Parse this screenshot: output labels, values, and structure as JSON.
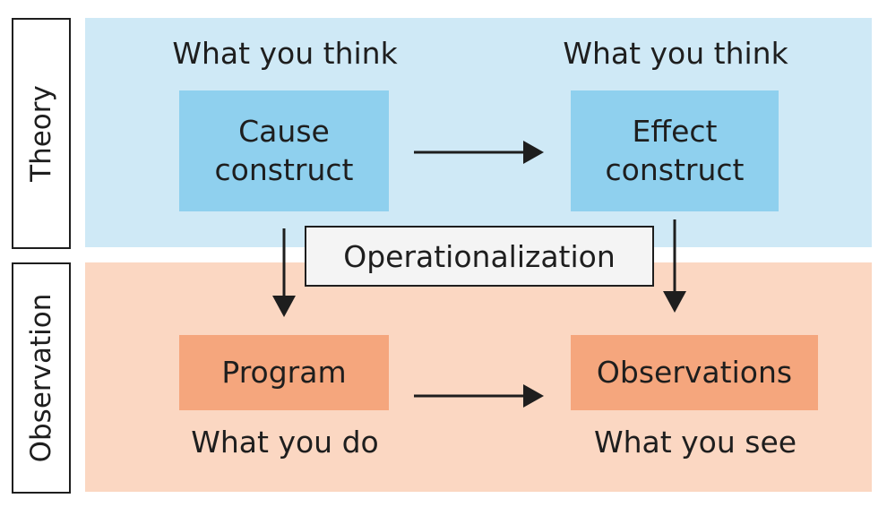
{
  "labels": {
    "theory": "Theory",
    "observation": "Observation"
  },
  "captions": {
    "cause_top": "What you think",
    "effect_top": "What you think",
    "program_bottom": "What you do",
    "observations_bottom": "What you see"
  },
  "boxes": {
    "cause": "Cause\nconstruct",
    "effect": "Effect\nconstruct",
    "program": "Program",
    "observations": "Observations"
  },
  "operationalization": "Operationalization",
  "colors": {
    "theory_band": "#cfe9f6",
    "observation_band": "#fbd7c2",
    "blue_box": "#8fd0ee",
    "orange_box": "#f5a67d",
    "ink": "#1e1e1e"
  }
}
